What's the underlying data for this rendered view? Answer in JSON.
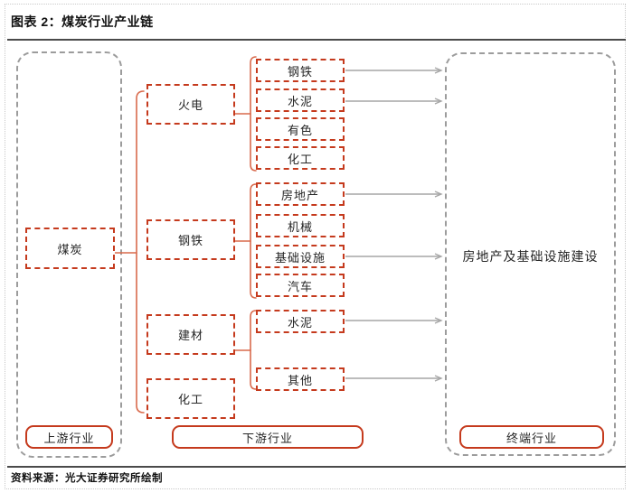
{
  "header": {
    "title": "图表 2：煤炭行业产业链"
  },
  "footer": {
    "source": "资料来源：光大证券研究所绘制"
  },
  "colors": {
    "box_red": "#C53A1D",
    "bracket": "#D96A4C",
    "container_gray": "#9C9C9C",
    "arrow_gray": "#A6A6A6",
    "rule": "#4A4A4A",
    "frame_dot": "#C9C9C9"
  },
  "diagram": {
    "upstream": {
      "label": "上游行业",
      "node": "煤炭"
    },
    "midstream": {
      "label": "下游行业",
      "branches": [
        {
          "name": "火电",
          "children": [
            {
              "label": "钢铁",
              "arrow_to_terminal": true
            },
            {
              "label": "水泥",
              "arrow_to_terminal": true
            },
            {
              "label": "有色",
              "arrow_to_terminal": false
            },
            {
              "label": "化工",
              "arrow_to_terminal": false
            }
          ]
        },
        {
          "name": "钢铁",
          "children": [
            {
              "label": "房地产",
              "arrow_to_terminal": true
            },
            {
              "label": "机械",
              "arrow_to_terminal": false
            },
            {
              "label": "基础设施",
              "arrow_to_terminal": true
            },
            {
              "label": "汽车",
              "arrow_to_terminal": false
            }
          ]
        },
        {
          "name": "建材",
          "children": [
            {
              "label": "水泥",
              "arrow_to_terminal": true
            },
            {
              "label": "其他",
              "arrow_to_terminal": true
            }
          ]
        },
        {
          "name": "化工",
          "children": []
        }
      ]
    },
    "terminal": {
      "label": "终端行业",
      "node": "房地产及基础设施建设"
    }
  }
}
